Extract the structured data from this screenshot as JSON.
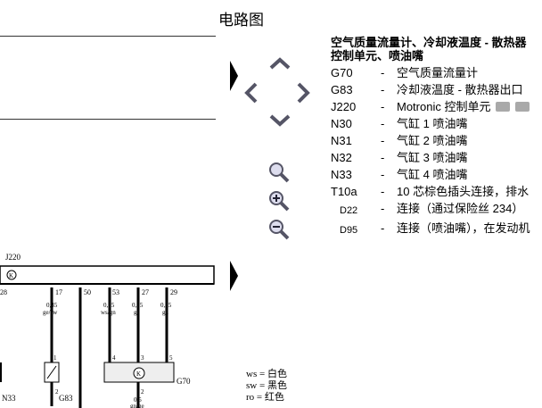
{
  "header": {
    "title": "电路图"
  },
  "legend": {
    "title_line1": "空气质量流量计、冷却液温度 - 散热器",
    "title_line2": "控制单元、喷油嘴",
    "items": [
      {
        "code": "G70",
        "desc": "空气质量流量计"
      },
      {
        "code": "G83",
        "desc": "冷却液温度 - 散热器出口"
      },
      {
        "code": "J220",
        "desc": "Motronic 控制单元"
      },
      {
        "code": "N30",
        "desc": "气缸 1 喷油嘴"
      },
      {
        "code": "N31",
        "desc": "气缸 2 喷油嘴"
      },
      {
        "code": "N32",
        "desc": "气缸 3 喷油嘴"
      },
      {
        "code": "N33",
        "desc": "气缸 4 喷油嘴"
      },
      {
        "code": "T10a",
        "desc": "10 芯棕色插头连接，排水"
      },
      {
        "code": "D22",
        "desc": "连接（通过保险丝 234）"
      },
      {
        "code": "D95",
        "desc": "连接（喷油嘴），在发动机"
      }
    ],
    "dash": "-",
    "camera_icon": "camera-icon"
  },
  "nav": {
    "icons": [
      "chevron-up-icon",
      "chevron-left-icon",
      "chevron-right-icon",
      "chevron-down-icon",
      "expand-right-icon",
      "collapse-left-icon"
    ]
  },
  "zoom": {
    "icons": [
      "zoom-fit-icon",
      "zoom-in-icon",
      "zoom-out-icon"
    ]
  },
  "diagram": {
    "module_label": "J220",
    "pins": [
      "28",
      "17",
      "50",
      "53",
      "27",
      "29"
    ],
    "wires": [
      {
        "size": "0,35",
        "color": "ge/sw"
      },
      {
        "size": "0,35",
        "color": "ws/gn"
      },
      {
        "size": "0,35",
        "color": "ge"
      },
      {
        "size": "0,35",
        "color": "gn"
      }
    ],
    "component_labels": [
      "N33",
      "G83",
      "G70"
    ],
    "sensor_pins": [
      "1",
      "2",
      "4",
      "3",
      "5",
      "2"
    ],
    "bottom_wire": {
      "size": "0,5",
      "color": "gn/ge"
    }
  },
  "color_key": [
    {
      "abbr": "ws",
      "meaning": "白色"
    },
    {
      "abbr": "sw",
      "meaning": "黑色"
    },
    {
      "abbr": "ro",
      "meaning": "红色"
    }
  ]
}
